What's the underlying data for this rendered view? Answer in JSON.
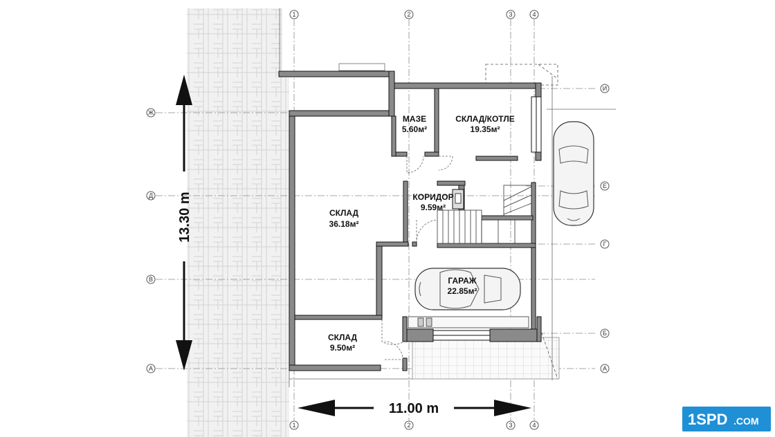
{
  "dimensions": {
    "width_label": "11.00 m",
    "height_label": "13.30 m"
  },
  "axes": {
    "vertical": [
      "1",
      "2",
      "3",
      "4"
    ],
    "horizontal": [
      "И",
      "Ж",
      "Е",
      "Д",
      "Г",
      "В",
      "Б",
      "А"
    ]
  },
  "rooms": [
    {
      "name": "МАЗЕ",
      "area": "5.60м²"
    },
    {
      "name": "СКЛАД/КОТЛЕ",
      "area": "19.35м²"
    },
    {
      "name": "КОРИДОР",
      "area": "9.59м²"
    },
    {
      "name": "СКЛАД",
      "area": "36.18м²"
    },
    {
      "name": "ГАРАЖ",
      "area": "22.85м²"
    },
    {
      "name": "СКЛАД",
      "area": "9.50м²"
    }
  ],
  "logo": {
    "main": "1SPD",
    "suffix": ".COM"
  },
  "colors": {
    "wall_fill": "#8a8a8a",
    "wall_stroke": "#111111",
    "grid_line": "#777777",
    "paving": "#ececec",
    "logo_blue": "#1f8fd6"
  }
}
